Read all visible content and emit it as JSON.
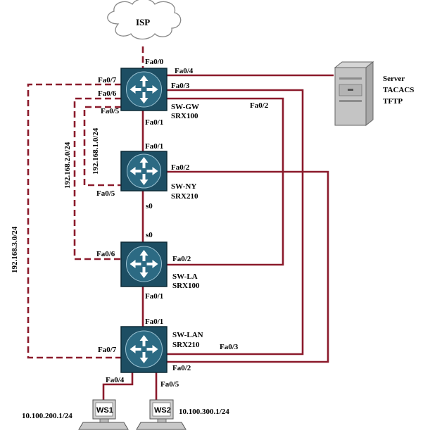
{
  "cloud": {
    "label": "ISP"
  },
  "routers": {
    "gw": {
      "name": "SW-GW",
      "model": "SRX100"
    },
    "ny": {
      "name": "SW-NY",
      "model": "SRX210"
    },
    "la": {
      "name": "SW-LA",
      "model": "SRX100"
    },
    "lan": {
      "name": "SW-LAN",
      "model": "SRX210"
    }
  },
  "server": {
    "lines": [
      "Server",
      "TACACS",
      "TFTP"
    ]
  },
  "workstations": {
    "ws1": {
      "label": "WS1",
      "ip": "10.100.200.1/24"
    },
    "ws2": {
      "label": "WS2",
      "ip": "10.100.300.1/24"
    }
  },
  "networks": {
    "net1": "192.168.1.0/24",
    "net2": "192.168.2.0/24",
    "net3": "192.168.3.0/24"
  },
  "interfaces": {
    "gw_fa00": "Fa0/0",
    "gw_fa04": "Fa0/4",
    "gw_fa07": "Fa0/7",
    "gw_fa03": "Fa0/3",
    "gw_fa06": "Fa0/6",
    "gw_fa02": "Fa0/2",
    "gw_fa05": "Fa0/5",
    "gw_fa01": "Fa0/1",
    "ny_fa01": "Fa0/1",
    "ny_fa02": "Fa0/2",
    "ny_fa05": "Fa0/5",
    "ny_s0": "s0",
    "la_s0": "s0",
    "la_fa06": "Fa0/6",
    "la_fa02": "Fa0/2",
    "la_fa01": "Fa0/1",
    "lan_fa01": "Fa0/1",
    "lan_fa07": "Fa0/7",
    "lan_fa03": "Fa0/3",
    "lan_fa02": "Fa0/2",
    "lan_fa04": "Fa0/4",
    "lan_fa05": "Fa0/5"
  }
}
